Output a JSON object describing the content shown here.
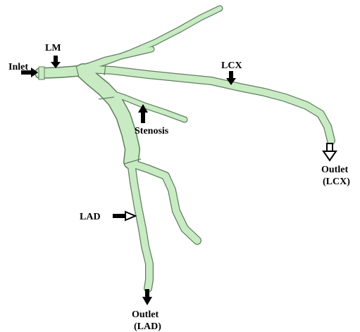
{
  "figure": {
    "vessel_fill": "#c9ebc4",
    "vessel_edge": "#5f7f5e",
    "arrow_color": "#000000",
    "labels": {
      "inlet": "Inlet",
      "lm": "LM",
      "lcx": "LCX",
      "stenosis": "Stenosis",
      "lad": "LAD",
      "outlet_lcx_line1": "Outlet",
      "outlet_lcx_line2": "(LCX)",
      "outlet_lad_line1": "Outlet",
      "outlet_lad_line2": "(LAD)"
    }
  }
}
